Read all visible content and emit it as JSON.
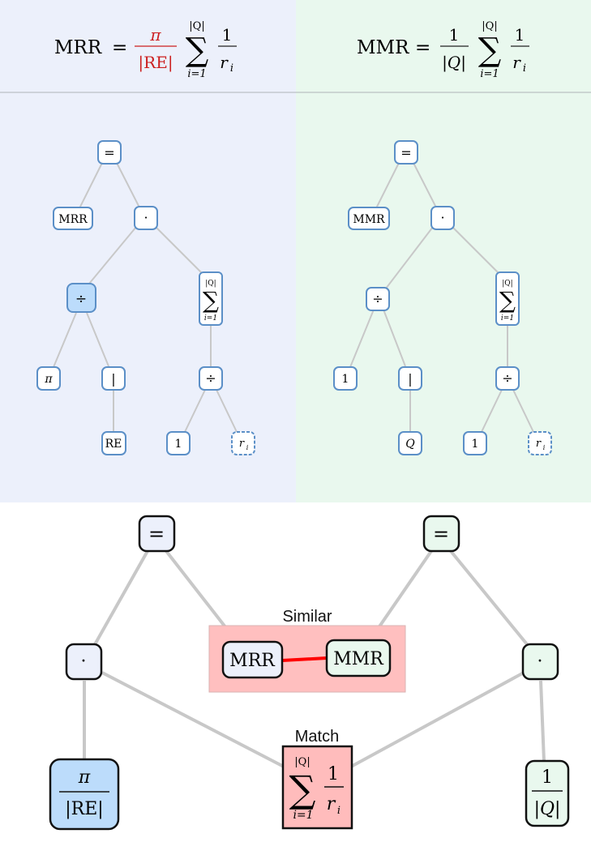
{
  "formulas": {
    "left": {
      "lhs": "MRR",
      "eq": "=",
      "frac_num": "π",
      "frac_den": "|RE|",
      "sum_upper": "|Q|",
      "sum_lower": "i=1",
      "term_num": "1",
      "term_den": "r",
      "term_den_sub": "i"
    },
    "right": {
      "lhs": "MMR",
      "eq": "=",
      "frac_num": "1",
      "frac_den": "|Q|",
      "sum_upper": "|Q|",
      "sum_lower": "i=1",
      "term_num": "1",
      "term_den": "r",
      "term_den_sub": "i"
    }
  },
  "left_tree": {
    "root": "=",
    "lhs": "MRR",
    "times": "·",
    "divide": "÷",
    "pi": "π",
    "abs": "|",
    "re": "RE",
    "sum_upper": "|Q|",
    "sum_lower": "i=1",
    "sum_divide": "÷",
    "one": "1",
    "r": "r",
    "r_sub": "i"
  },
  "right_tree": {
    "root": "=",
    "lhs": "MMR",
    "times": "·",
    "divide": "÷",
    "one_a": "1",
    "abs": "|",
    "q": "Q",
    "sum_upper": "|Q|",
    "sum_lower": "i=1",
    "sum_divide": "÷",
    "one_b": "1",
    "r": "r",
    "r_sub": "i"
  },
  "comparison": {
    "left_root": "=",
    "right_root": "=",
    "left_times": "·",
    "right_times": "·",
    "similar_label": "Similar",
    "match_label": "Match",
    "mrr": "MRR",
    "mmr": "MMR",
    "left_frac_num": "π",
    "left_frac_den": "|RE|",
    "right_frac_num": "1",
    "right_frac_den": "|Q|",
    "match_sum_upper": "|Q|",
    "match_sum_lower": "i=1",
    "match_num": "1",
    "match_den": "r",
    "match_den_sub": "i"
  },
  "colors": {
    "left_panel": "#ecf0fb",
    "right_panel": "#e9f8ee",
    "node_border": "#5b8fc7",
    "highlight_node": "#bcdcfb",
    "red_text": "#cc1f1f",
    "similar_box": "#ffbfbf",
    "match_box": "#ffbcbc",
    "edge": "#c8c8c8",
    "link": "#ff0000"
  }
}
